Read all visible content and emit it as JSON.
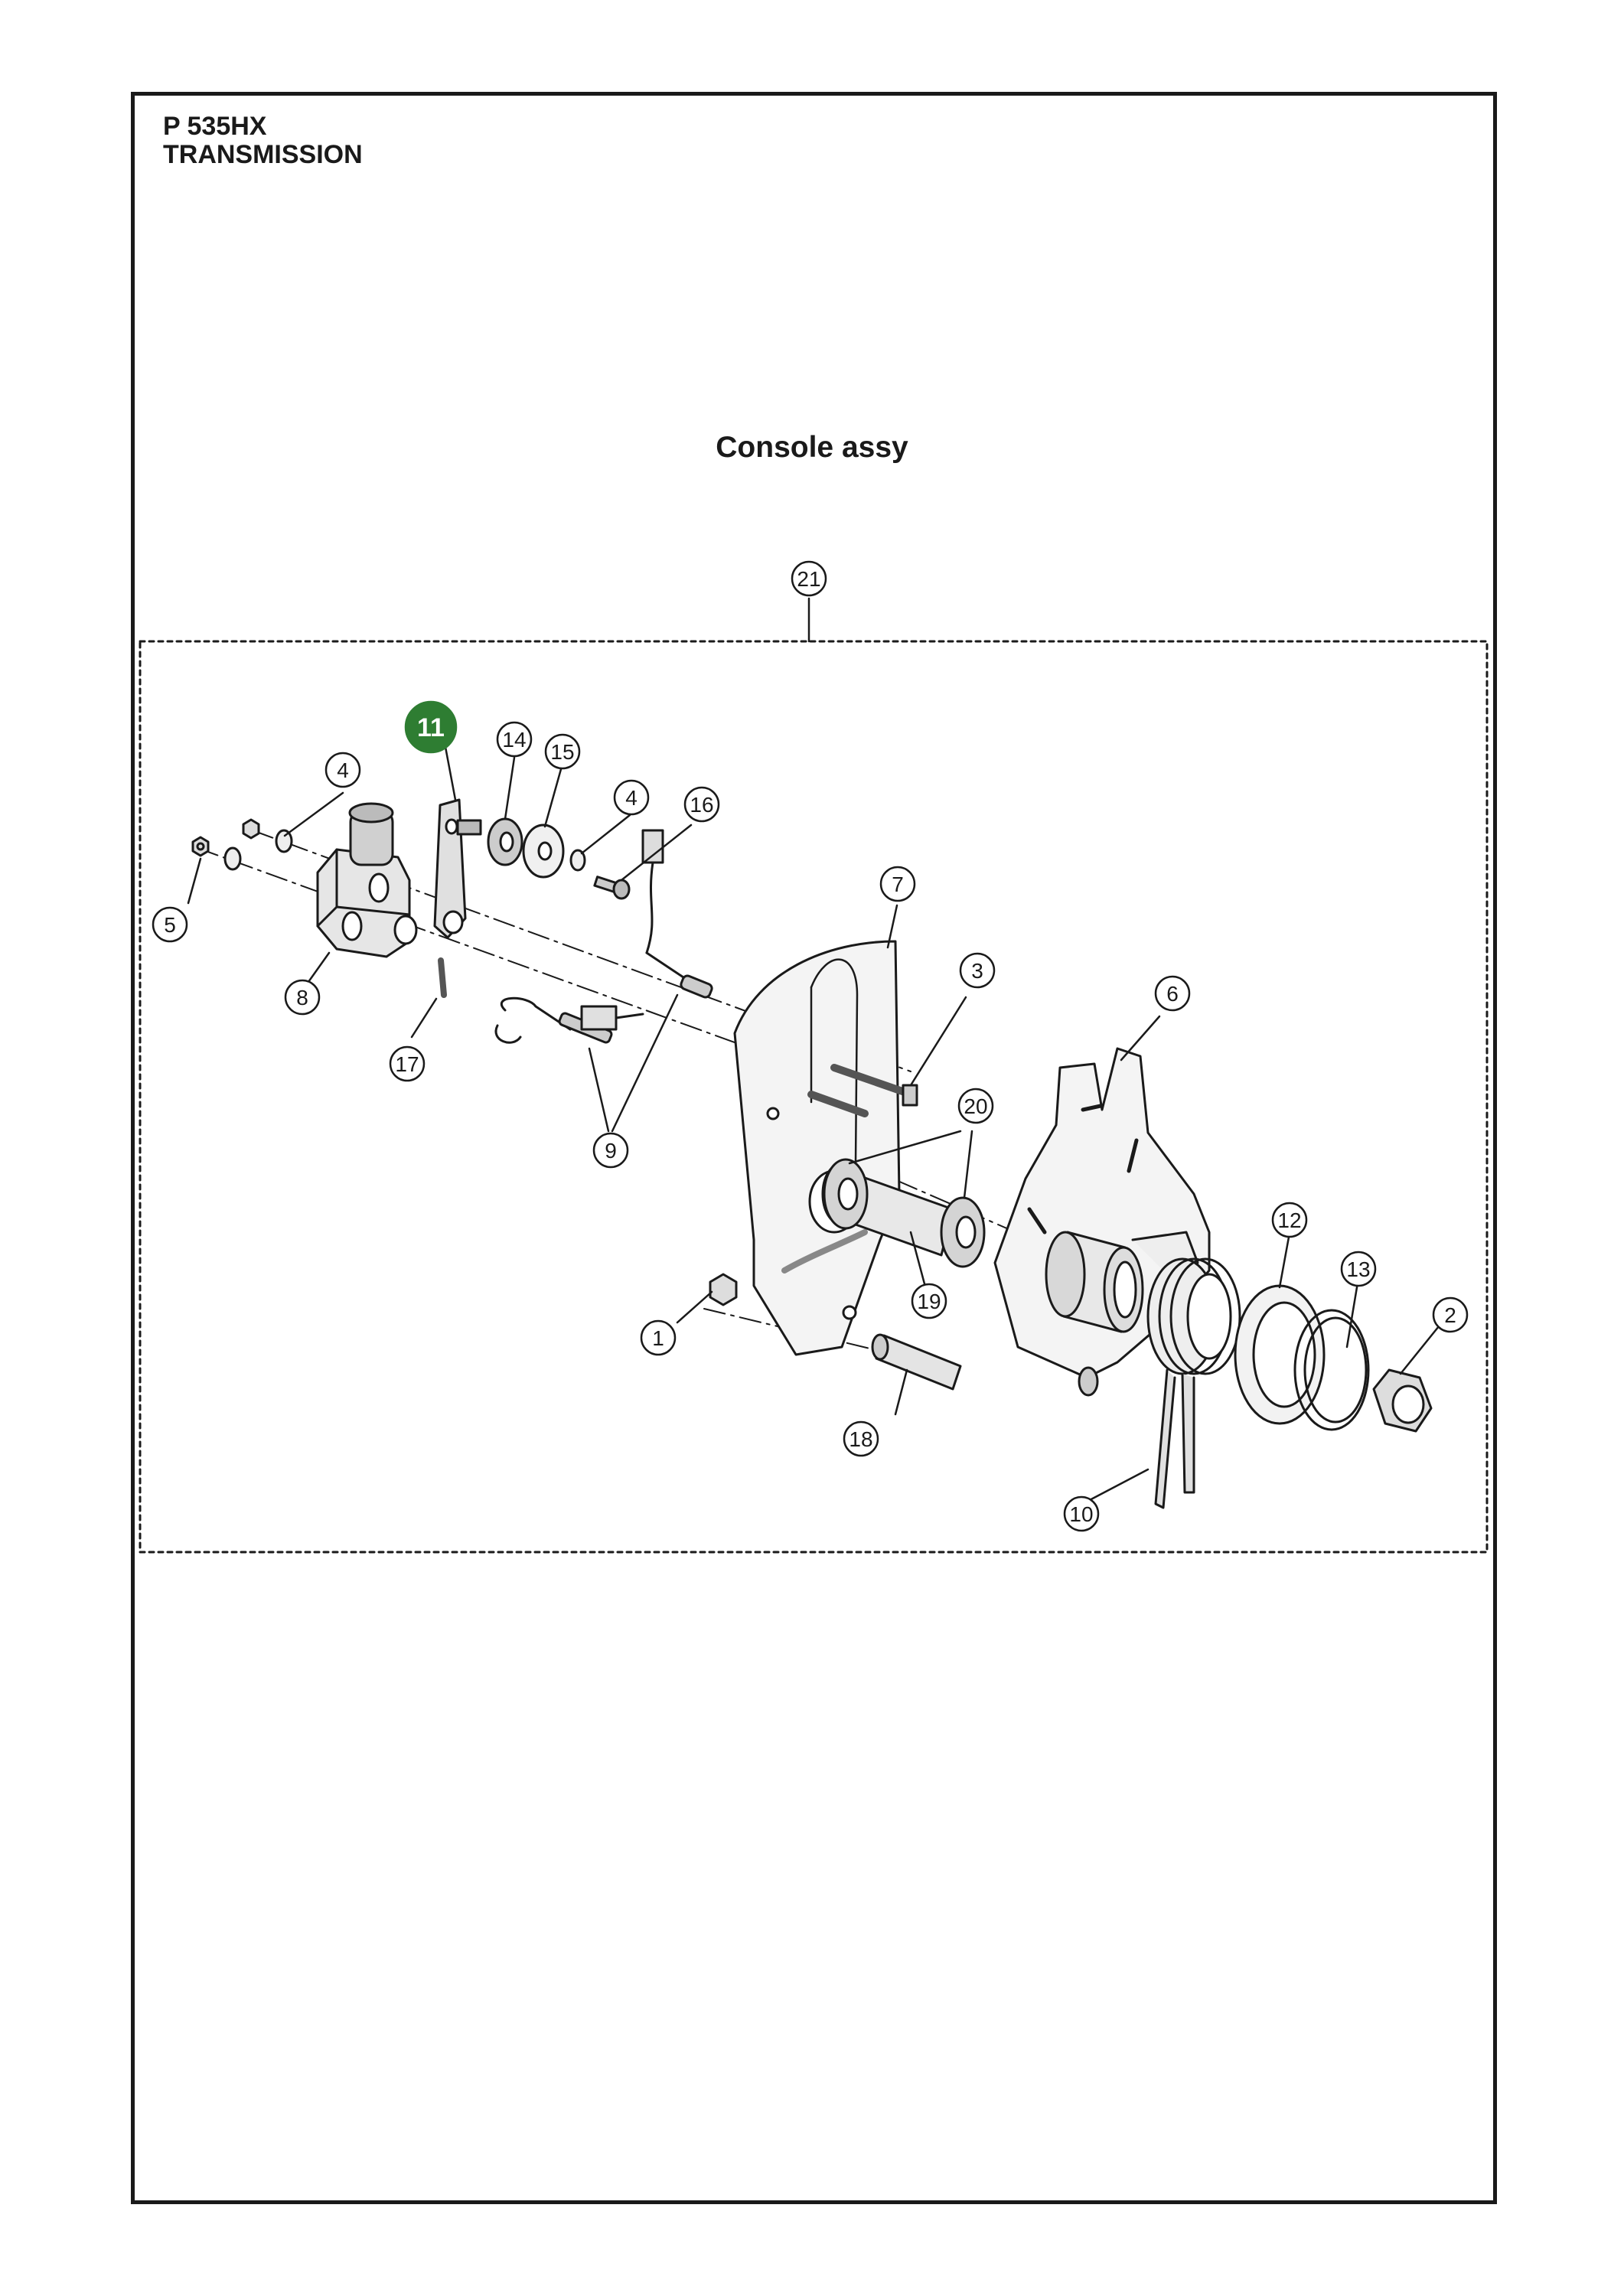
{
  "header": {
    "model": "P 535HX",
    "section": "TRANSMISSION"
  },
  "diagram": {
    "title": "Console assy",
    "assembly_callout": "21",
    "highlighted_callout": "11",
    "highlight_color": "#2e7d32",
    "callouts": [
      "1",
      "2",
      "3",
      "4",
      "4",
      "5",
      "6",
      "7",
      "8",
      "9",
      "10",
      "11",
      "12",
      "13",
      "14",
      "15",
      "16",
      "17",
      "18",
      "19",
      "20",
      "21"
    ]
  }
}
